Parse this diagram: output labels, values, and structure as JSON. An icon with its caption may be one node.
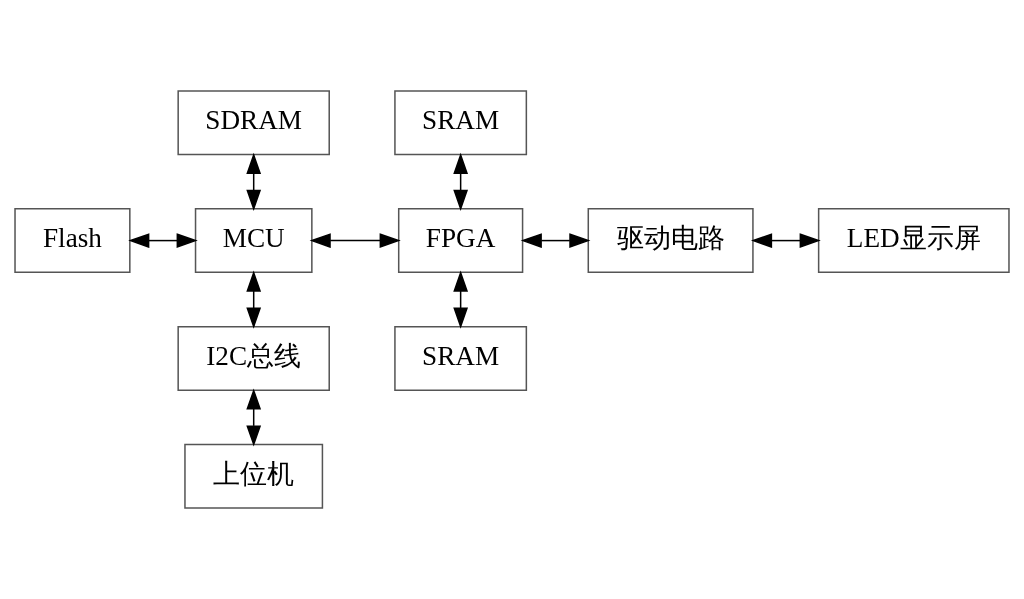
{
  "diagram": {
    "nodes": [
      {
        "text": [
          "SDRAM"
        ]
      },
      {
        "text": [
          "SRAM"
        ]
      },
      {
        "text": [
          "Flash"
        ]
      },
      {
        "text": [
          "MCU"
        ]
      },
      {
        "text": [
          "FPGA"
        ]
      },
      {
        "text": [
          "驱动电路"
        ]
      },
      {
        "text": [
          "LED显示屏"
        ]
      },
      {
        "text": [
          "I2C总线"
        ]
      },
      {
        "text": [
          "SRAM"
        ]
      },
      {
        "text": [
          "上位机"
        ]
      }
    ],
    "edges": [
      {
        "from": 0,
        "to": 3,
        "arrow": "both"
      },
      {
        "from": 1,
        "to": 4,
        "arrow": "both"
      },
      {
        "from": 2,
        "to": 3,
        "arrow": "both"
      },
      {
        "from": 3,
        "to": 4,
        "arrow": "both"
      },
      {
        "from": 4,
        "to": 5,
        "arrow": "both"
      },
      {
        "from": 5,
        "to": 6,
        "arrow": "both"
      },
      {
        "from": 3,
        "to": 7,
        "arrow": "both"
      },
      {
        "from": 4,
        "to": 8,
        "arrow": "both"
      },
      {
        "from": 7,
        "to": 9,
        "arrow": "both"
      }
    ]
  }
}
